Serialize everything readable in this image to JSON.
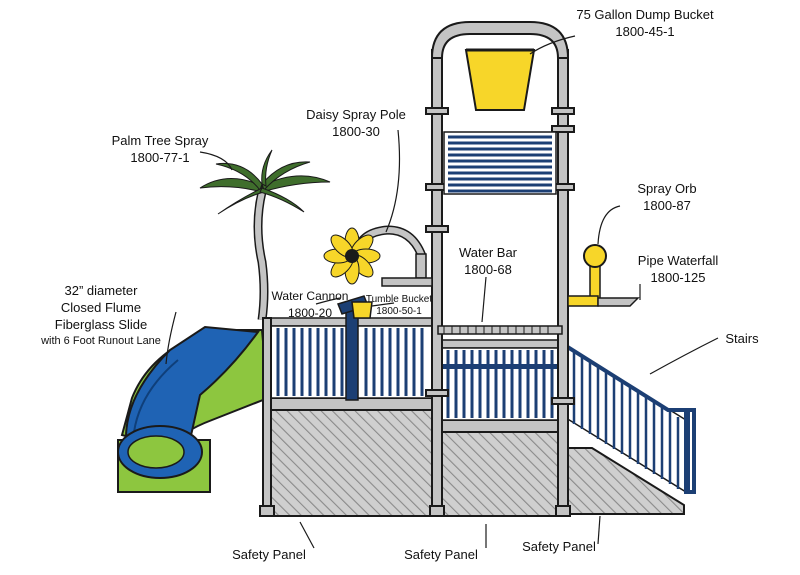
{
  "diagram": {
    "colors": {
      "frame": "#c4c4c4",
      "outline": "#1a1a1a",
      "slide_green": "#8dc63f",
      "slide_blue": "#1f63b4",
      "accent_yellow": "#f7d629",
      "rail_navy": "#1c3f74",
      "palm_green": "#3f6e2c",
      "panel_hatch": "#9a9a9a"
    },
    "callouts": {
      "dump_bucket": {
        "name": "75 Gallon Dump Bucket",
        "code": "1800-45-1"
      },
      "palm_tree": {
        "name": "Palm Tree Spray",
        "code": "1800-77-1"
      },
      "daisy_pole": {
        "name": "Daisy Spray Pole",
        "code": "1800-30"
      },
      "spray_orb": {
        "name": "Spray Orb",
        "code": "1800-87"
      },
      "water_bar": {
        "name": "Water Bar",
        "code": "1800-68"
      },
      "pipe_waterfall": {
        "name": "Pipe Waterfall",
        "code": "1800-125"
      },
      "slide": {
        "line1": "32” diameter",
        "line2": "Closed Flume",
        "line3": "Fiberglass Slide",
        "line4": "with 6 Foot Runout Lane"
      },
      "water_cannon": {
        "name": "Water Cannon",
        "code": "1800-20"
      },
      "tumble_bucket": {
        "name": "Tumble Bucket",
        "code": "1800-50-1"
      },
      "stairs": {
        "name": "Stairs"
      },
      "safety_panel_left": {
        "name": "Safety Panel"
      },
      "safety_panel_mid": {
        "name": "Safety Panel"
      },
      "safety_panel_right": {
        "name": "Safety Panel"
      }
    }
  }
}
